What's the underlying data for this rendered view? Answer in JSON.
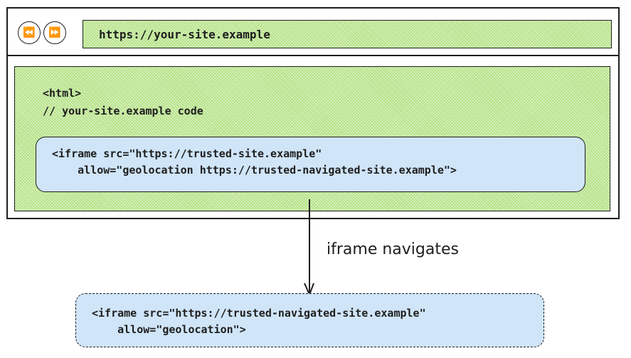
{
  "browser": {
    "back_icon": "rewind-icon",
    "forward_icon": "fast-forward-icon",
    "url": "https://your-site.example"
  },
  "page": {
    "line1": "<html>",
    "line2": "// your-site.example code"
  },
  "iframe_outer": {
    "line1": "<iframe src=\"https://trusted-site.example\"",
    "line2": "    allow=\"geolocation https://trusted-navigated-site.example\">"
  },
  "arrow_label": "iframe navigates",
  "iframe_navigated": {
    "line1": "<iframe src=\"https://trusted-navigated-site.example\"",
    "line2": "    allow=\"geolocation\">"
  },
  "colors": {
    "page_fill": "#c3e89a",
    "iframe_fill": "#d0e5f8",
    "stroke": "#1e1e1e"
  }
}
